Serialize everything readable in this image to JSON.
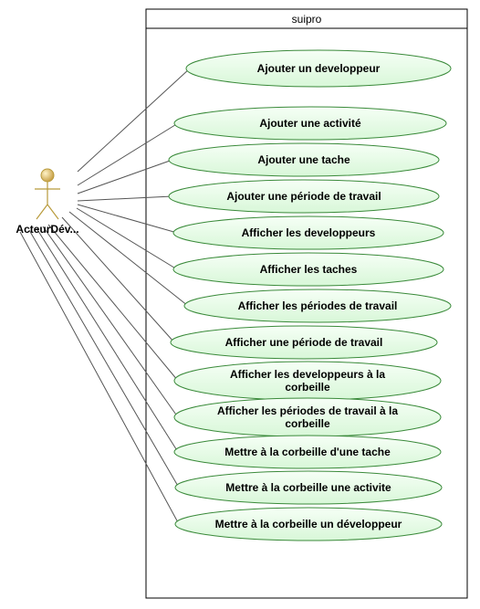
{
  "diagram": {
    "type": "use-case",
    "system": {
      "name": "suipro"
    },
    "actor": {
      "name": "ActeurDév..."
    },
    "use_cases": [
      {
        "id": "uc1",
        "lines": [
          "Ajouter un developpeur"
        ]
      },
      {
        "id": "uc2",
        "lines": [
          "Ajouter une activité"
        ]
      },
      {
        "id": "uc3",
        "lines": [
          "Ajouter une tache"
        ]
      },
      {
        "id": "uc4",
        "lines": [
          "Ajouter une période de travail"
        ]
      },
      {
        "id": "uc5",
        "lines": [
          "Afficher les developpeurs"
        ]
      },
      {
        "id": "uc6",
        "lines": [
          "Afficher les taches"
        ]
      },
      {
        "id": "uc7",
        "lines": [
          "Afficher les périodes de travail"
        ]
      },
      {
        "id": "uc8",
        "lines": [
          "Afficher  une période de travail"
        ]
      },
      {
        "id": "uc9",
        "lines": [
          "Afficher les developpeurs à la",
          "corbeille"
        ]
      },
      {
        "id": "uc10",
        "lines": [
          "Afficher les périodes de travail à la",
          "corbeille"
        ]
      },
      {
        "id": "uc11",
        "lines": [
          "Mettre  à la corbeille d'une tache"
        ]
      },
      {
        "id": "uc12",
        "lines": [
          "Mettre à la corbeille une activite"
        ]
      },
      {
        "id": "uc13",
        "lines": [
          "Mettre à la corbeille un développeur"
        ]
      }
    ],
    "colors": {
      "usecase_fill": "#e6fbe6",
      "usecase_stroke": "#3a8a3a",
      "actor_head": "#d8b860",
      "actor_stroke": "#b89a3a",
      "line": "#555555",
      "frame": "#000000"
    }
  }
}
